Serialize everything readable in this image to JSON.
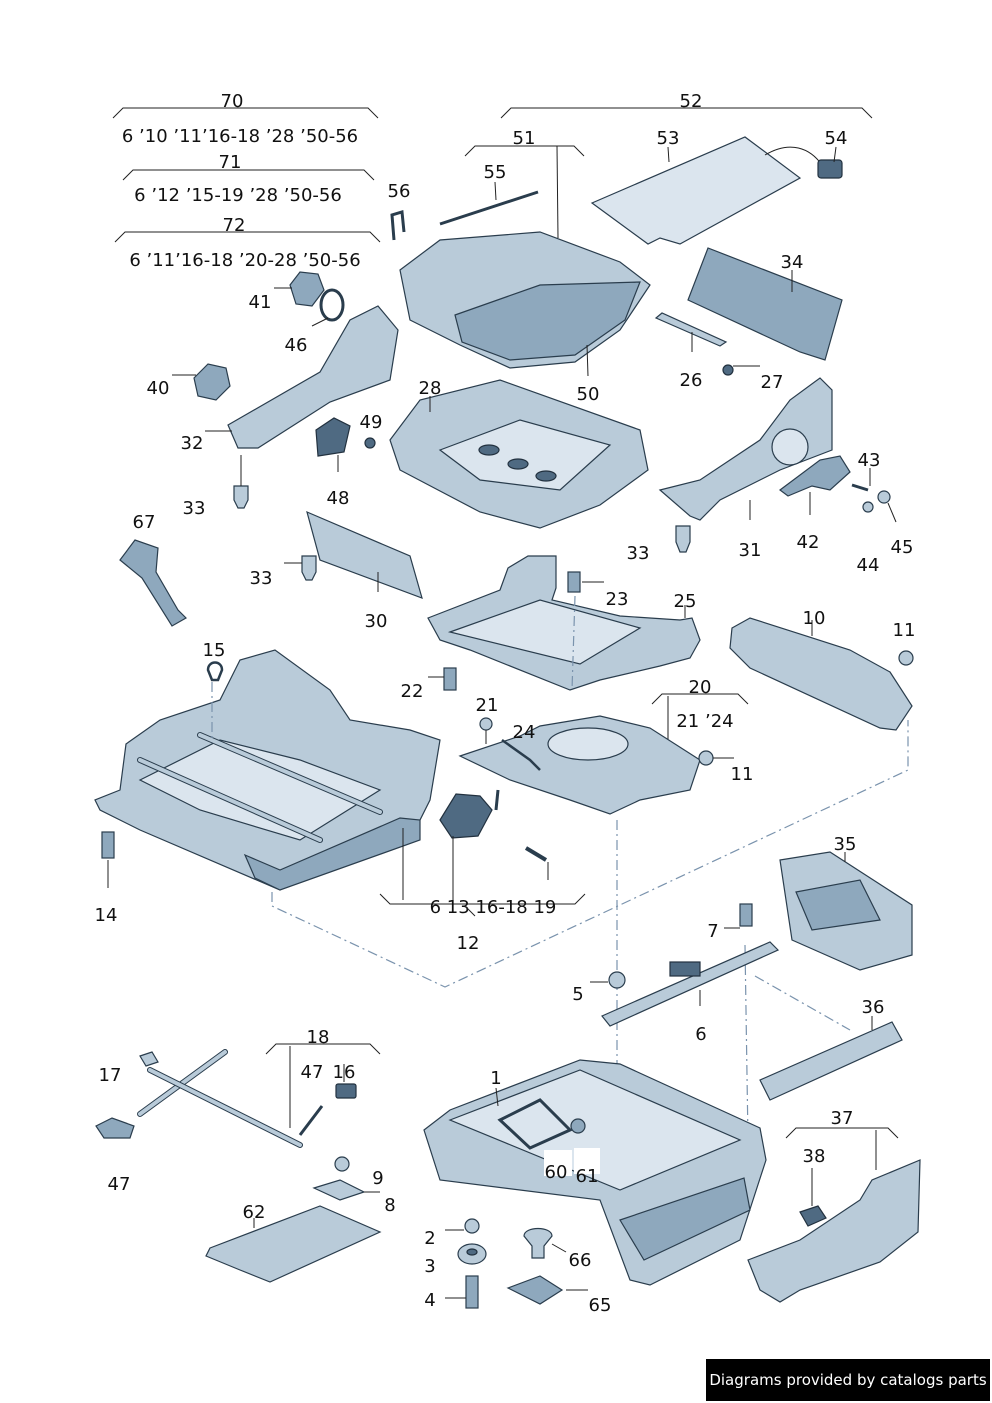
{
  "groups": {
    "g70": {
      "label": "70",
      "range": "6 ’10 ’11’16-18   ’28  ’50-56"
    },
    "g71": {
      "label": "71",
      "range": "6 ’12 ’15-19   ’28 ’50-56"
    },
    "g72": {
      "label": "72",
      "range": "6 ’11’16-18   ’20-28    ’50-56"
    },
    "g52": {
      "label": "52"
    },
    "g51": {
      "label": "51"
    },
    "g20": {
      "label": "20",
      "range": "21 ’24"
    },
    "g12": {
      "label": "12",
      "range": "6  13  16-18   19"
    },
    "g18": {
      "label": "18"
    },
    "g37": {
      "label": "37"
    }
  },
  "parts": {
    "p1": "1",
    "p2": "2",
    "p3": "3",
    "p4": "4",
    "p5": "5",
    "p6": "6",
    "p7": "7",
    "p8": "8",
    "p9": "9",
    "p10": "10",
    "p11a": "11",
    "p11b": "11",
    "p14": "14",
    "p15": "15",
    "p16": "16",
    "p17": "17",
    "p21": "21",
    "p22": "22",
    "p23": "23",
    "p24": "24",
    "p25": "25",
    "p26": "26",
    "p27": "27",
    "p28": "28",
    "p30": "30",
    "p31": "31",
    "p32": "32",
    "p33a": "33",
    "p33b": "33",
    "p33c": "33",
    "p34": "34",
    "p35": "35",
    "p36": "36",
    "p38": "38",
    "p40": "40",
    "p41": "41",
    "p42": "42",
    "p43": "43",
    "p44": "44",
    "p45": "45",
    "p46": "46",
    "p47a": "47",
    "p47b": "47",
    "p48": "48",
    "p49": "49",
    "p50": "50",
    "p53": "53",
    "p54": "54",
    "p55": "55",
    "p56": "56",
    "p60": "60",
    "p61": "61",
    "p62": "62",
    "p65": "65",
    "p66": "66",
    "p67": "67"
  },
  "credit": "Diagrams provided by catalogs parts",
  "colors": {
    "part_fill": "#b9cbd9",
    "outline": "#2a3d4d",
    "leader_dash": "#7a93ad"
  }
}
